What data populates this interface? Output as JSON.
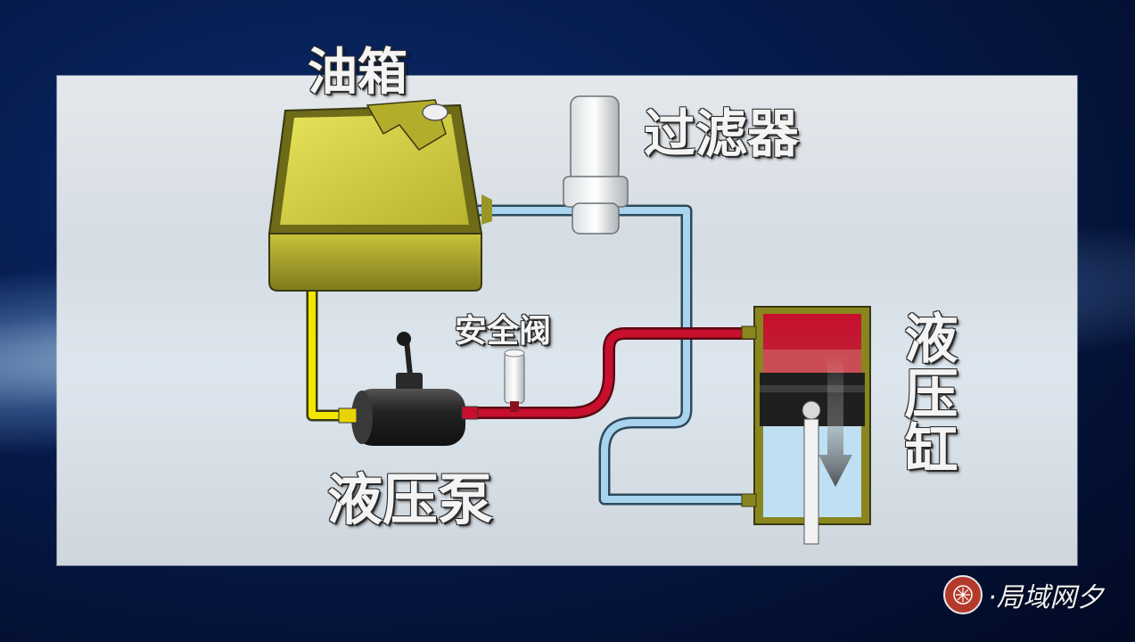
{
  "labels": {
    "oil_tank": "油箱",
    "filter": "过滤器",
    "safety_valve": "安全阀",
    "pump": "液压泵",
    "cylinder": "液压缸"
  },
  "watermark": {
    "text": "·局域网夕"
  },
  "colors": {
    "return_line": "#a8d4ee",
    "pressure_line": "#c8102e",
    "suction_line": "#f2e500",
    "tank": "#a8a225",
    "piston": "#2b2b2b"
  },
  "icons": [
    "oil-tank-icon",
    "filter-icon",
    "safety-valve-icon",
    "hydraulic-pump-icon",
    "hydraulic-cylinder-icon",
    "watermark-logo-icon"
  ]
}
